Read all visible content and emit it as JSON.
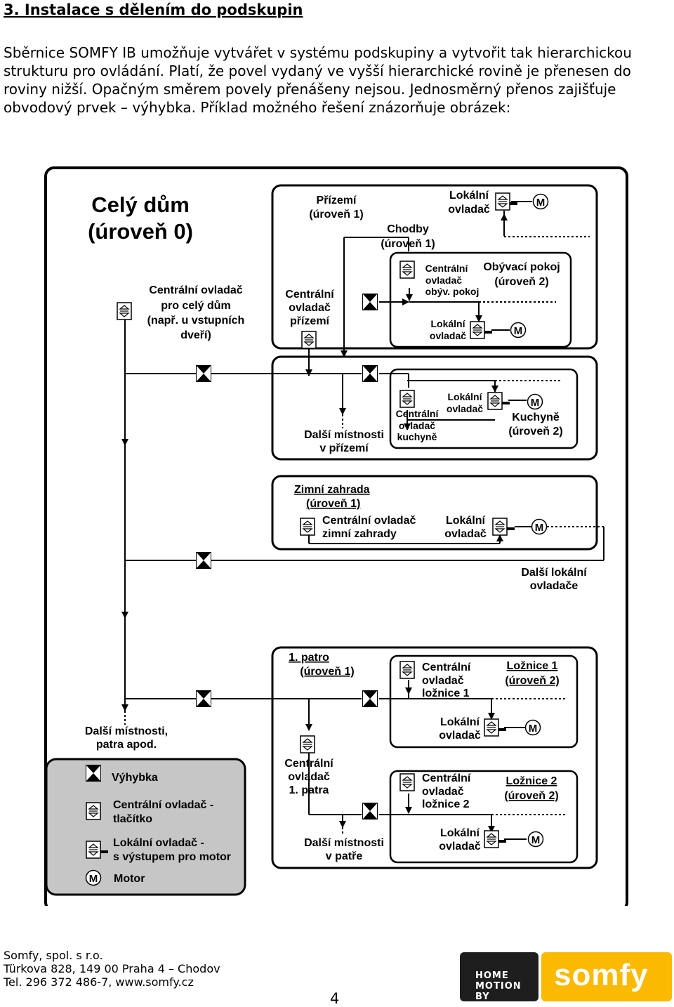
{
  "heading": "3. Instalace s dělením do podskupin",
  "intro": "Sběrnice SOMFY IB umožňuje vytvářet v systému podskupiny a vytvořit tak hierarchickou strukturu pro ovládání. Platí, že povel vydaný ve vyšší hierarchické rovině je přenesen do roviny nižší. Opačným směrem povely přenášeny nejsou. Jednosměrný přenos zajišťuje obvodový prvek – výhybka. Příklad možného řešení znázorňuje obrázek:",
  "diagram": {
    "house": [
      "Celý dům",
      "(úroveň 0)"
    ],
    "central_house": [
      "Centrální ovladač",
      "pro celý dům",
      "(např. u vstupních",
      "dveří)"
    ],
    "ground": [
      "Přízemí",
      "(úroveň 1)"
    ],
    "central_ground": [
      "Centrální",
      "ovladač",
      "přízemí"
    ],
    "corridor": [
      "Chodby",
      "(úroveň 1)"
    ],
    "local": [
      "Lokální",
      "ovladač"
    ],
    "living_room": [
      "Obývací pokoj",
      "(úroveň 2)"
    ],
    "central_living": [
      "Centrální",
      "ovladač",
      "obýv. pokoj"
    ],
    "more_rooms_ground": [
      "Další místnosti",
      "v přízemí"
    ],
    "central_kitchen": [
      "Centrální",
      "ovladač",
      "kuchyně"
    ],
    "kitchen": [
      "Kuchyně",
      "(úroveň 2)"
    ],
    "winter_garden": [
      "Zimní zahrada",
      "(úroveň 1)"
    ],
    "central_garden": [
      "Centrální ovladač",
      "zimní zahrady"
    ],
    "more_local": [
      "Další lokální",
      "ovladače"
    ],
    "first_floor": [
      "1. patro",
      "(úroveň 1)"
    ],
    "central_first": [
      "Centrální",
      "ovladač",
      "1. patra"
    ],
    "bedroom1": [
      "Ložnice 1",
      "(úroveň 2)"
    ],
    "central_bed1": [
      "Centrální",
      "ovladač",
      "ložnice 1"
    ],
    "bedroom2": [
      "Ložnice 2",
      "(úroveň 2)"
    ],
    "central_bed2": [
      "Centrální",
      "ovladač",
      "ložnice 2"
    ],
    "more_rooms_first": [
      "Další místnosti",
      "v patře"
    ],
    "more_rooms_floors": [
      "Další místnosti,",
      "patra apod."
    ],
    "motor_letter": "M",
    "legend": {
      "switch": "Výhybka",
      "central": [
        "Centrální ovladač -",
        "tlačítko"
      ],
      "local": [
        "Lokální ovladač -",
        "s výstupem pro motor"
      ],
      "motor": "Motor"
    }
  },
  "footer": {
    "company": "Somfy, spol. s r.o.",
    "address": "Türkova 828, 149 00 Praha 4 – Chodov",
    "contact": "Tel. 296 372 486-7, www.somfy.cz"
  },
  "page_number": "4",
  "logo": {
    "home_motion": [
      "HOME",
      "MOTION BY"
    ],
    "somfy": "somfy"
  },
  "colors": {
    "legend_fill": "#c6c6c6",
    "logo_dark": "#1e1e1e",
    "logo_yellow": "#fbb900"
  }
}
